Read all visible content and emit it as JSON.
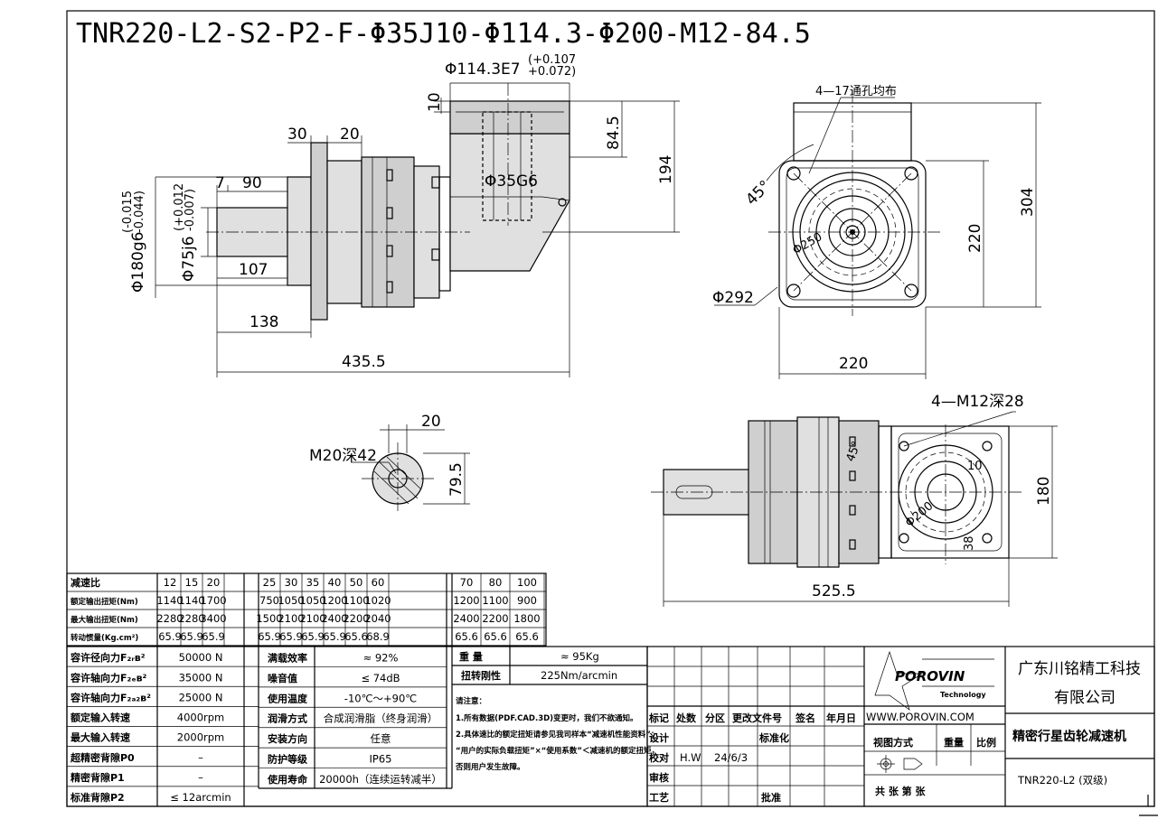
{
  "drawing": {
    "title": "TNR220-L2-S2-P2-F-Φ35J10-Φ114.3-Φ200-M12-84.5",
    "side_view": {
      "d_pilot": "Φ114.3E7",
      "d_pilot_tol_up": "(+0.107",
      "d_pilot_tol_low": "+0.072)",
      "d_10": "10",
      "d_84_5": "84.5",
      "d_194": "194",
      "d_bore": "Φ35G6",
      "d_30": "30",
      "d_20": "20",
      "d_7": "7",
      "d_90": "90",
      "d_shaft_dia": "Φ75j6",
      "d_shaft_tol_up": "(+0.012",
      "d_shaft_tol_low": "-0.007)",
      "d_flange_dia": "Φ180g6",
      "d_flange_tol_up": "(-0.015",
      "d_flange_tol_low": "-0.044)",
      "d_107": "107",
      "d_138": "138",
      "d_435_5": "435.5"
    },
    "end_view": {
      "holes": "4—17通孔均布",
      "angle": "45°",
      "pcd": "Φ250",
      "d_292": "Φ292",
      "d_220_v": "220",
      "d_304": "304",
      "d_220_h": "220"
    },
    "shaft_end": {
      "d_20": "20",
      "tap": "M20深42",
      "d_79_5": "79.5"
    },
    "top_view": {
      "holes": "4—M12深28",
      "angle": "45°",
      "d_180": "180",
      "d_10": "10",
      "d_38": "38",
      "pcd": "Φ200",
      "d_525_5": "525.5"
    }
  },
  "perf_table": {
    "rows": [
      {
        "label": "减速比",
        "values": [
          "12",
          "15",
          "20",
          "25",
          "30",
          "35",
          "40",
          "50",
          "60",
          "70",
          "80",
          "100"
        ]
      },
      {
        "label": "额定输出扭矩(Nm)",
        "values": [
          "1140",
          "1140",
          "1700",
          "750",
          "1050",
          "1050",
          "1200",
          "1100",
          "1020",
          "1200",
          "1100",
          "900"
        ]
      },
      {
        "label": "最大输出扭矩(Nm)",
        "values": [
          "2280",
          "2280",
          "3400",
          "1500",
          "2100",
          "2100",
          "2400",
          "2200",
          "2040",
          "2400",
          "2200",
          "1800"
        ]
      },
      {
        "label": "转动惯量(Kg.cm²)",
        "values": [
          "65.9",
          "65.9",
          "65.9",
          "65.9",
          "65.9",
          "65.9",
          "65.9",
          "65.6",
          "68.9",
          "65.6",
          "65.6",
          "65.6"
        ]
      }
    ]
  },
  "spec_table": {
    "left": [
      {
        "label": "容许径向力F₂ᵣʙ²",
        "value": "50000 N"
      },
      {
        "label": "容许轴向力F₂ₑʙ²",
        "value": "35000 N"
      },
      {
        "label": "容许轴向力F₂ₐ₂ʙ²",
        "value": "25000 N"
      },
      {
        "label": "额定输入转速",
        "value": "4000rpm"
      },
      {
        "label": "最大输入转速",
        "value": "2000rpm"
      },
      {
        "label": "超精密背隙P0",
        "value": "–"
      },
      {
        "label": "精密背隙P1",
        "value": "–"
      },
      {
        "label": "标准背隙P2",
        "value": "≤ 12arcmin"
      }
    ],
    "mid": [
      {
        "label": "满载效率",
        "value": "≈ 92%"
      },
      {
        "label": "噪音值",
        "value": "≤ 74dB"
      },
      {
        "label": "使用温度",
        "value": "-10℃～+90℃"
      },
      {
        "label": "润滑方式",
        "value": "合成润滑脂（终身润滑）"
      },
      {
        "label": "安装方向",
        "value": "任意"
      },
      {
        "label": "防护等级",
        "value": "IP65"
      },
      {
        "label": "使用寿命",
        "value": "20000h（连续运转减半）"
      }
    ],
    "weight_label": "重  量",
    "weight_value": "≈ 95Kg",
    "stiff_label": "扭转刚性",
    "stiff_value": "225Nm/arcmin",
    "notes_title": "请注意：",
    "notes": [
      "1.所有数据(PDF.CAD.3D)变更时，我们不欲通知。",
      "2.具体速比的额定扭矩请参见我司样本“减速机性能资料”；",
      "“用户的实际负载扭矩”×“使用系数”＜减速机的额定扭矩，",
      "否则用户发生故障。"
    ]
  },
  "title_block": {
    "rev_headers": [
      "标记",
      "处数",
      "分区",
      "更改文件号",
      "签名",
      "年月日"
    ],
    "design": "设计",
    "standard": "标准化",
    "check": "校对",
    "checker": "H.W",
    "date": "24/6/3",
    "review": "审核",
    "process": "工艺",
    "approve": "批准",
    "logo": "POROVIN",
    "logo_sub": "Technology",
    "website": "WWW.POROVIN.COM",
    "view_method": "视图方式",
    "weight": "重量",
    "scale": "比例",
    "sheets": "共   张 第   张",
    "company_line1": "广东川铭精工科技",
    "company_line2": "有限公司",
    "product": "精密行星齿轮减速机",
    "model": "TNR220-L2 (双级)"
  }
}
